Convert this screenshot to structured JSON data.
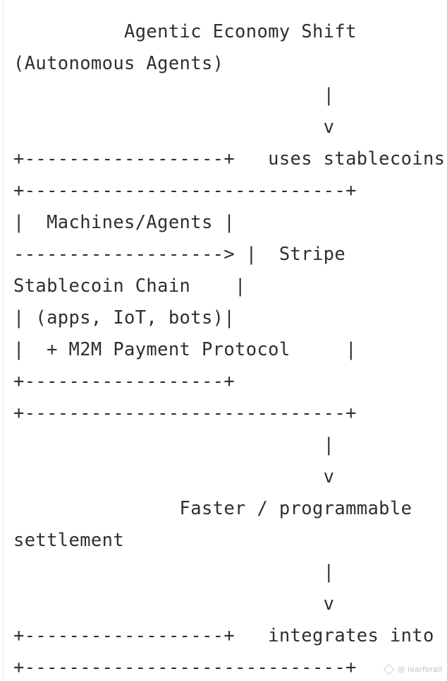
{
  "code_block": {
    "lines": [
      "          Agentic Economy Shift",
      "(Autonomous Agents)",
      "                            |",
      "                            v",
      "+------------------+   uses stablecoins",
      "+-----------------------------+",
      "|  Machines/Agents |",
      "-------------------> |  Stripe",
      "Stablecoin Chain    |",
      "| (apps, IoT, bots)|",
      "|  + M2M Payment Protocol     |",
      "+------------------+",
      "+-----------------------------+",
      "                            |",
      "                            v",
      "               Faster / programmable",
      "settlement",
      "                            |",
      "                            v",
      "+------------------+   integrates into",
      "+-----------------------------+"
    ]
  },
  "watermark": {
    "text": "@ learforall",
    "icon": "diamond-logo-icon"
  }
}
